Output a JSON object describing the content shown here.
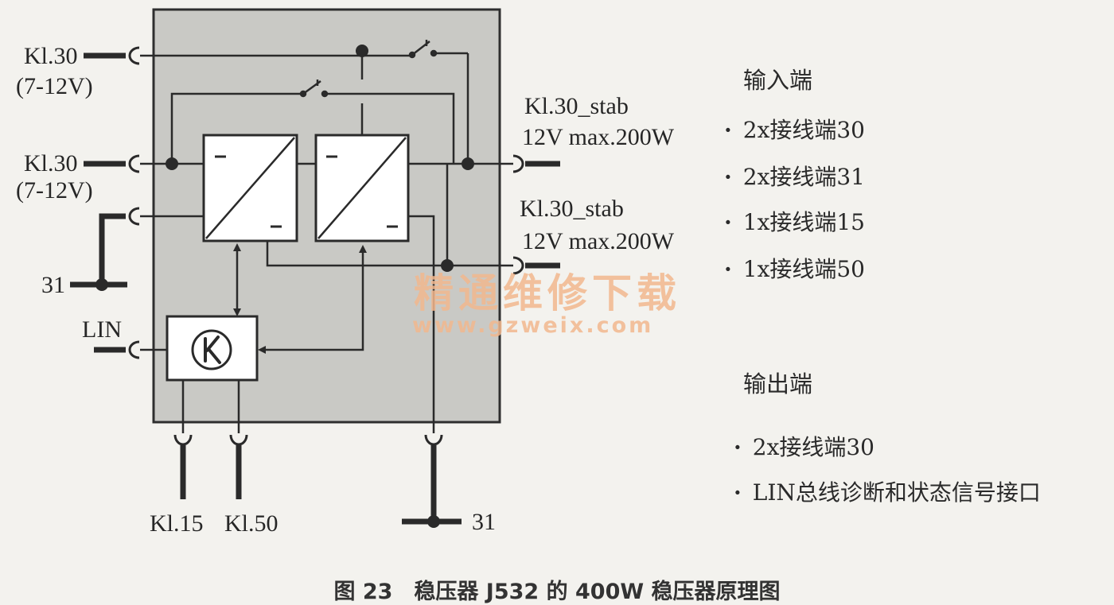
{
  "labels": {
    "in1": "Kl.30",
    "in1_v": "(7-12V)",
    "in2": "Kl.30",
    "in2_v": "(7-12V)",
    "gnd_left": "31",
    "lin": "LIN",
    "out1": "Kl.30_stab",
    "out1_spec": "12V max.200W",
    "out2": "Kl.30_stab",
    "out2_spec": "12V max.200W",
    "kl15": "Kl.15",
    "kl50": "Kl.50",
    "gnd_bottom": "31",
    "conv_minus": "−"
  },
  "watermark": {
    "line1": "精通维修下载",
    "line2": "www.gzweix.com"
  },
  "inputs": {
    "heading": "输入端",
    "items": [
      "2x接线端30",
      "2x接线端31",
      "1x接线端15",
      "1x接线端50"
    ]
  },
  "outputs": {
    "heading": "输出端",
    "items": [
      "2x接线端30",
      "LIN总线诊断和状态信号接口"
    ]
  },
  "caption": "图 23　稳压器 J532 的 400W 稳压器原理图"
}
